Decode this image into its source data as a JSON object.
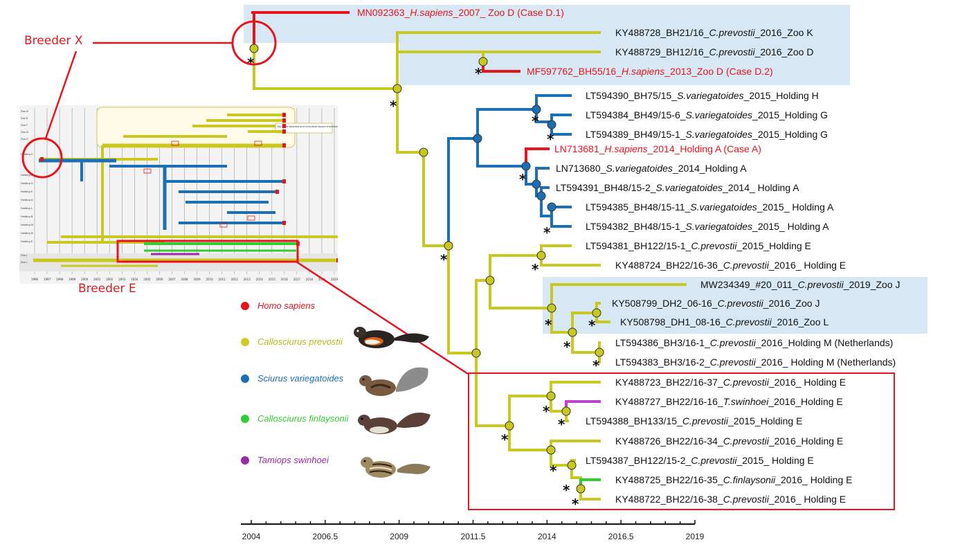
{
  "annotations": {
    "breeder_x": "Breeder X",
    "breeder_e": "Breeder E"
  },
  "legend": [
    {
      "label": "Homo sapiens",
      "color": "#e8141c"
    },
    {
      "label": "Callosciurus prevostii",
      "color": "#cccc22"
    },
    {
      "label": "Sciurus variegatoides",
      "color": "#1a6fb5"
    },
    {
      "label": "Callosciurus finlaysonii",
      "color": "#33cc33"
    },
    {
      "label": "Tamiops swinhoei",
      "color": "#9b2aa8"
    }
  ],
  "colors": {
    "human": "#e8141c",
    "prevostii": "#c8c81e",
    "variegatoides": "#1a6fb5",
    "finlaysonii": "#33cc33",
    "swinhoei": "#c040d0",
    "highlight": "#d7e8f4",
    "frame": "#e8141c"
  },
  "time_axis": {
    "ticks": [
      "2004",
      "2006.5",
      "2009",
      "2011.5",
      "2014",
      "2016.5",
      "2019"
    ],
    "range": [
      2004,
      2019
    ]
  },
  "tips": [
    {
      "acc": "MN092363_",
      "sp": "H.sapiens",
      "rest": "_2007_ Zoo D (Case D.1)",
      "color": "human"
    },
    {
      "acc": "KY488728_BH21/16_",
      "sp": "C.prevostii",
      "rest": "_2016_Zoo K",
      "color": "prevostii"
    },
    {
      "acc": "KY488729_BH12/16_",
      "sp": "C.prevostii",
      "rest": "_2016_Zoo D",
      "color": "prevostii"
    },
    {
      "acc": "MF597762_BH55/16_",
      "sp": "H.sapiens",
      "rest": "_2013_Zoo D (Case D.2)",
      "color": "human"
    },
    {
      "acc": "LT594390_BH75/15_",
      "sp": "S.variegatoides",
      "rest": "_2015_Holding H",
      "color": "variegatoides"
    },
    {
      "acc": "LT594384_BH49/15-6_",
      "sp": "S.variegatoides",
      "rest": "_2015_Holding G",
      "color": "variegatoides"
    },
    {
      "acc": "LT594389_BH49/15-1_",
      "sp": "S.variegatoides",
      "rest": "_2015_Holding G",
      "color": "variegatoides"
    },
    {
      "acc": "LN713681_",
      "sp": "H.sapiens",
      "rest": "_2014_Holding A (Case A)",
      "color": "human"
    },
    {
      "acc": "LN713680_",
      "sp": "S.variegatoides",
      "rest": "_2014_Holding A",
      "color": "variegatoides"
    },
    {
      "acc": "LT594391_BH48/15-2_",
      "sp": "S.variegatoides",
      "rest": "_2014_ Holding A",
      "color": "variegatoides"
    },
    {
      "acc": "LT594385_BH48/15-11_",
      "sp": "S.variegatoides",
      "rest": "_2015_ Holding A",
      "color": "variegatoides"
    },
    {
      "acc": "LT594382_BH48/15-1_",
      "sp": "S.variegatoides",
      "rest": "_2015_ Holding A",
      "color": "variegatoides"
    },
    {
      "acc": "LT594381_BH122/15-1_",
      "sp": "C.prevostii",
      "rest": "_2015_Holding E",
      "color": "prevostii"
    },
    {
      "acc": "KY488724_BH22/16-36_",
      "sp": "C.prevostii",
      "rest": "_2016_ Holding E",
      "color": "prevostii"
    },
    {
      "acc": "MW234349_#20_011_",
      "sp": "C.prevostii",
      "rest": "_2019_Zoo J",
      "color": "prevostii"
    },
    {
      "acc": "KY508799_DH2_06-16_",
      "sp": "C.prevostii",
      "rest": "_2016_Zoo J",
      "color": "prevostii"
    },
    {
      "acc": "KY508798_DH1_08-16_",
      "sp": "C.prevostii",
      "rest": "_2016_Zoo L",
      "color": "prevostii"
    },
    {
      "acc": "LT594386_BH3/16-1_",
      "sp": "C.prevostii",
      "rest": "_2016_Holding M (Netherlands)",
      "color": "prevostii"
    },
    {
      "acc": "LT594383_BH3/16-2_",
      "sp": "C.prevostii",
      "rest": "_2016_ Holding M (Netherlands)",
      "color": "prevostii"
    },
    {
      "acc": "KY488723_BH22/16-37_",
      "sp": "C.prevostii",
      "rest": "_2016_ Holding E",
      "color": "prevostii"
    },
    {
      "acc": "KY488727_BH22/16-16_",
      "sp": "T.swinhoei",
      "rest": "_2016_Holding E",
      "color": "swinhoei"
    },
    {
      "acc": "LT594388_BH133/15_",
      "sp": "C.prevostii",
      "rest": "_2015_Holding E",
      "color": "prevostii"
    },
    {
      "acc": "KY488726_BH22/16-34_",
      "sp": "C.prevostii",
      "rest": "_2016_Holding E",
      "color": "prevostii"
    },
    {
      "acc": "LT594387_BH122/15-2_",
      "sp": "C.prevostii",
      "rest": "_2015_ Holding E",
      "color": "prevostii"
    },
    {
      "acc": "KY488725_BH22/16-35_",
      "sp": "C.finlaysonii",
      "rest": "_2016_ Holding E",
      "color": "finlaysonii"
    },
    {
      "acc": "KY488722_BH22/16-38_",
      "sp": "C.prevostii",
      "rest": "_2016_ Holding E",
      "color": "prevostii"
    }
  ],
  "support_mark": "*",
  "inset": {
    "callout_1": "No more detailed and individual based transmission see Figure S",
    "rows": [
      "Zoo N",
      "Zoo K",
      "Zoo F",
      "Zoo D",
      "Zoo G",
      "Holding X",
      "Holding H",
      "Holding G",
      "Holding E",
      "Holding A",
      "Holding L",
      "Holding B",
      "Holding M",
      "Holding N",
      "Holding E",
      "Zoo J",
      "Zoo L"
    ],
    "years": [
      "1996",
      "1997",
      "1998",
      "1999",
      "2000",
      "2001",
      "2002",
      "2003",
      "2004",
      "2005",
      "2006",
      "2007",
      "2008",
      "2009",
      "2010",
      "2011",
      "2012",
      "2013",
      "2014",
      "2015",
      "2016",
      "2017",
      "2018",
      "2019",
      "2020"
    ]
  }
}
